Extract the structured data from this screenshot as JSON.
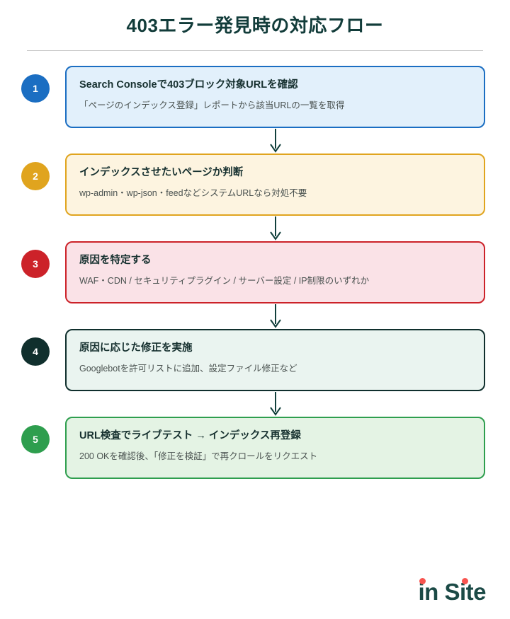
{
  "header": {
    "title": "403エラー発見時の対応フロー",
    "title_color": "#123c3a",
    "rule_color": "#c9c9c9"
  },
  "flow": {
    "steps": [
      {
        "number": "1",
        "heading": "Search Consoleで403ブロック対象URLを確認",
        "description": "「ページのインデックス登録」レポートから該当URLの一覧を取得",
        "badge_color": "#1b6ec2",
        "box_bg": "#e2f0fb",
        "box_border": "#1b6ec2"
      },
      {
        "number": "2",
        "heading": "インデックスさせたいページか判断",
        "description": "wp-admin・wp-json・feedなどシステムURLなら対処不要",
        "badge_color": "#e0a41e",
        "box_bg": "#fdf4e0",
        "box_border": "#e0a41e"
      },
      {
        "number": "3",
        "heading": "原因を特定する",
        "description": "WAF・CDN / セキュリティプラグイン / サーバー設定 / IP制限のいずれか",
        "badge_color": "#cc2229",
        "box_bg": "#fae2e7",
        "box_border": "#cc2229"
      },
      {
        "number": "4",
        "heading": "原因に応じた修正を実施",
        "description": "Googlebotを許可リストに追加、設定ファイル修正など",
        "badge_color": "#102f2d",
        "box_bg": "#eaf4f0",
        "box_border": "#102f2d"
      },
      {
        "number": "5",
        "heading": "URL検査でライブテスト → インデックス再登録",
        "description": "200 OKを確認後、「修正を検証」で再クロールをリクエスト",
        "badge_color": "#2e9e4e",
        "box_bg": "#e4f3e4",
        "box_border": "#2e9e4e"
      }
    ],
    "arrow_color": "#12403c",
    "arrow_icon": "arrow-down-icon"
  },
  "logo": {
    "text_part_1": "in",
    "text_part_2": "Site",
    "full_text": "in Site",
    "text_color": "#1b4a46",
    "dot_color": "#f8544f"
  }
}
